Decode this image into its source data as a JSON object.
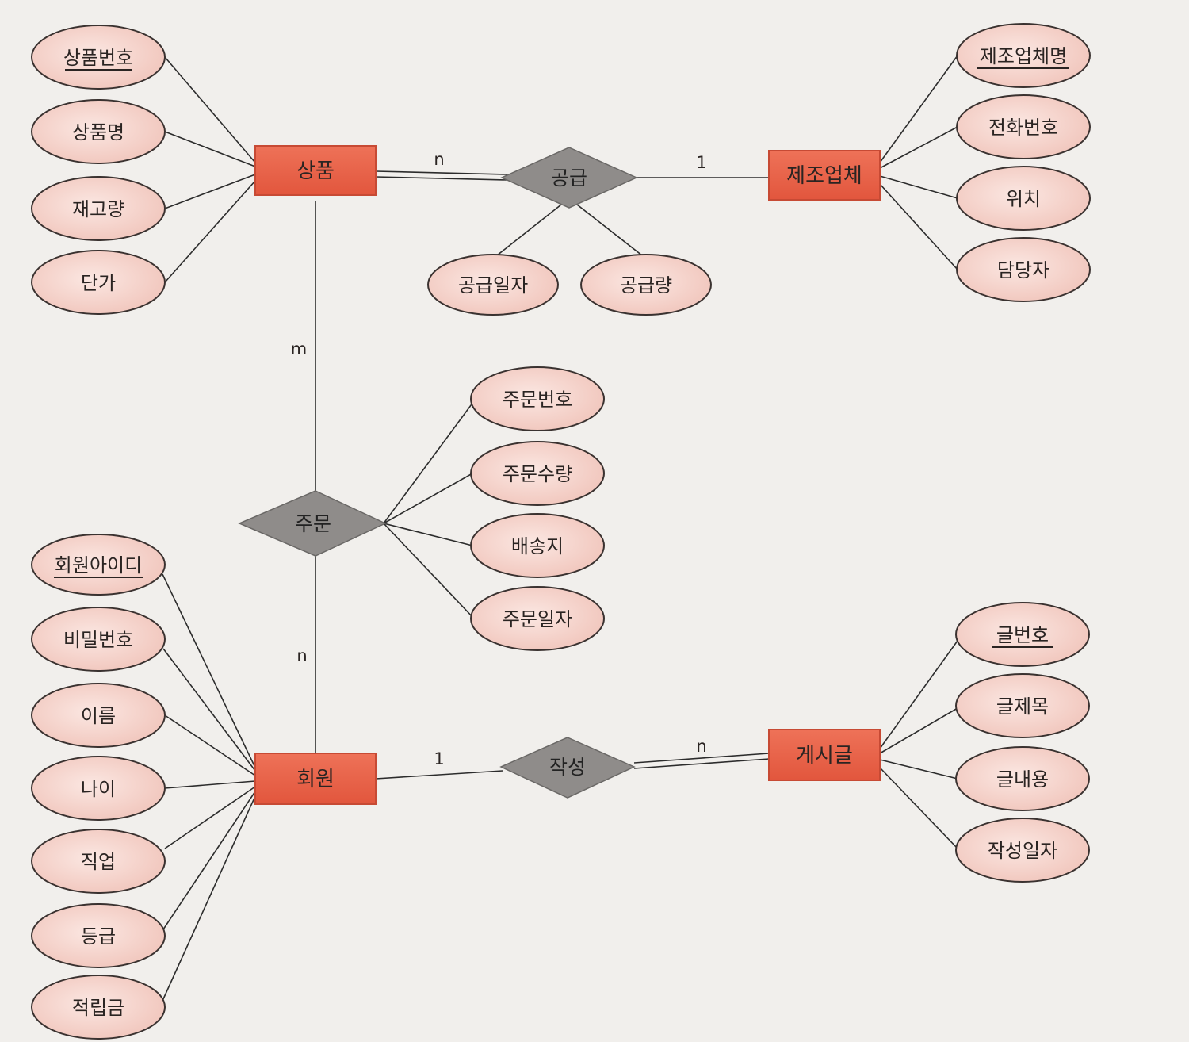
{
  "entities": {
    "product": "상품",
    "manufacturer": "제조업체",
    "member": "회원",
    "post": "게시글"
  },
  "relationships": {
    "supply": "공급",
    "order": "주문",
    "write": "작성"
  },
  "attributes": {
    "product": [
      "상품번호",
      "상품명",
      "재고량",
      "단가"
    ],
    "manufacturer": [
      "제조업체명",
      "전화번호",
      "위치",
      "담당자"
    ],
    "supply": [
      "공급일자",
      "공급량"
    ],
    "order": [
      "주문번호",
      "주문수량",
      "배송지",
      "주문일자"
    ],
    "member": [
      "회원아이디",
      "비밀번호",
      "이름",
      "나이",
      "직업",
      "등급",
      "적립금"
    ],
    "post": [
      "글번호",
      "글제목",
      "글내용",
      "작성일자"
    ]
  },
  "key_attributes": [
    "상품번호",
    "제조업체명",
    "회원아이디",
    "글번호"
  ],
  "cardinalities": {
    "product_supply": "n",
    "supply_manufacturer": "1",
    "product_order": "m",
    "order_member": "n",
    "member_write": "1",
    "write_post": "n"
  },
  "colors": {
    "entity_fill": "#e8634a",
    "entity_border": "#c74a34",
    "relationship_fill": "#8f8c8a",
    "attribute_fill": "#f6d6cf",
    "attribute_border": "#3a3230",
    "line": "#2c2c2c"
  }
}
